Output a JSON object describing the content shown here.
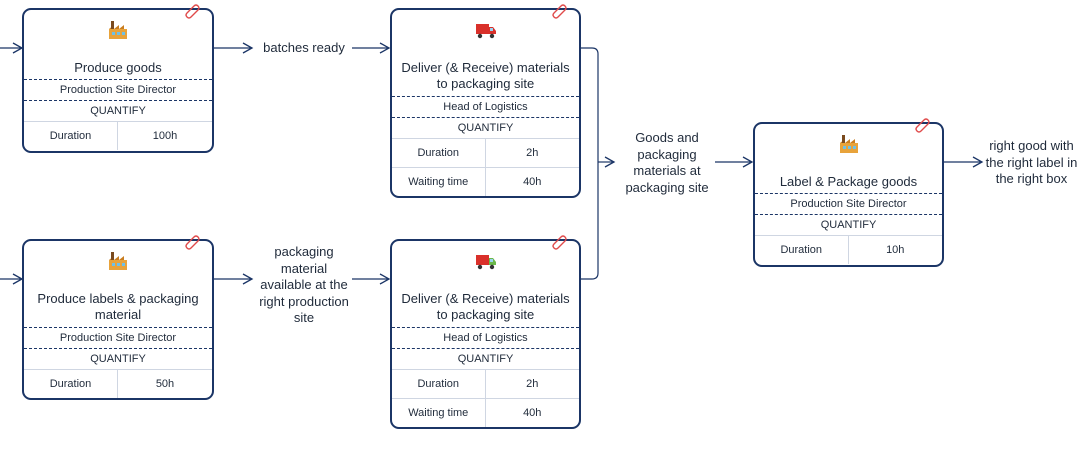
{
  "labels": {
    "batches_ready": "batches ready",
    "packaging_material": "packaging material available at the right production site",
    "goods_and_materials": "Goods and packaging materials at packaging site",
    "right_good": "right good with the right label in the right box"
  },
  "cards": {
    "produce_goods": {
      "title": "Produce goods",
      "owner": "Production Site Director",
      "mode": "QUANTIFY",
      "icon": "factory-icon",
      "rows": [
        {
          "k": "Duration",
          "v": "100h"
        }
      ]
    },
    "deliver_top": {
      "title": "Deliver (& Receive) materials to packaging site",
      "owner": "Head of Logistics",
      "mode": "QUANTIFY",
      "icon": "truck-icon",
      "rows": [
        {
          "k": "Duration",
          "v": "2h"
        },
        {
          "k": "Waiting time",
          "v": "40h"
        }
      ]
    },
    "produce_labels": {
      "title": "Produce labels & packaging material",
      "owner": "Production Site Director",
      "mode": "QUANTIFY",
      "icon": "factory-icon",
      "rows": [
        {
          "k": "Duration",
          "v": "50h"
        }
      ]
    },
    "deliver_bottom": {
      "title": "Deliver (& Receive) materials to packaging site",
      "owner": "Head of Logistics",
      "mode": "QUANTIFY",
      "icon": "truck-icon",
      "rows": [
        {
          "k": "Duration",
          "v": "2h"
        },
        {
          "k": "Waiting time",
          "v": "40h"
        }
      ]
    },
    "label_package": {
      "title": "Label & Package goods",
      "owner": "Production Site Director",
      "mode": "QUANTIFY",
      "icon": "factory-icon",
      "rows": [
        {
          "k": "Duration",
          "v": "10h"
        }
      ]
    }
  },
  "colors": {
    "border": "#1b3566",
    "line": "#1b3566",
    "clip": "#e04a4a",
    "factory": "#d08a2a",
    "truck": "#d9302a"
  }
}
